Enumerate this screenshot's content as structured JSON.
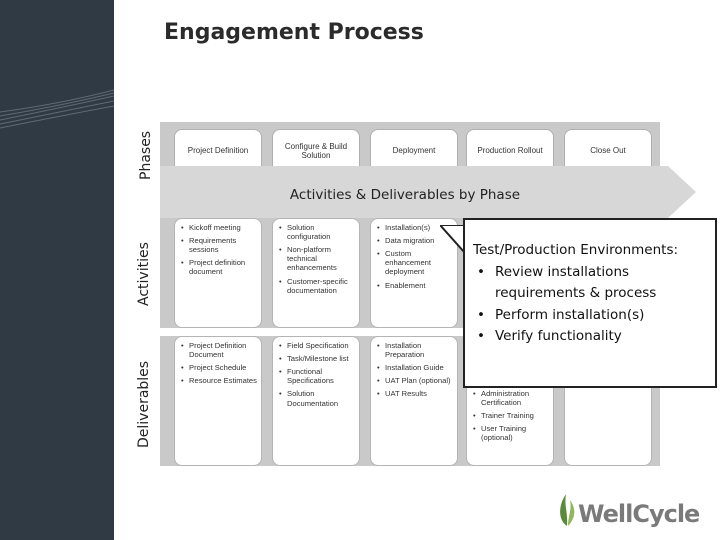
{
  "title": "Engagement Process",
  "row_labels": {
    "phases": "Phases",
    "activities": "Activities",
    "deliverables": "Deliverables"
  },
  "phases": [
    "Project Definition",
    "Configure & Build Solution",
    "Deployment",
    "Production Rollout",
    "Close Out"
  ],
  "arrow_label": "Activities & Deliverables by Phase",
  "activities": [
    [
      "Kickoff meeting",
      "Requirements sessions",
      "Project definition document"
    ],
    [
      "Solution configuration",
      "Non-platform technical enhancements",
      "Customer-specific documentation"
    ],
    [
      "Installation(s)",
      "Data migration",
      "Custom enhancement deployment",
      "Enablement"
    ]
  ],
  "deliverables": [
    [
      "Project Definition Document",
      "Project Schedule",
      "Resource Estimates"
    ],
    [
      "Field Specification",
      "Task/Milestone list",
      "Functional Specifications",
      "Solution Documentation"
    ],
    [
      "Installation Preparation",
      "Installation Guide",
      "UAT Plan (optional)",
      "UAT Results"
    ],
    [
      "Administration Certification",
      "Trainer Training",
      "User Training (optional)"
    ]
  ],
  "callout": {
    "heading": "Test/Production Environments:",
    "items": [
      "Review installations requirements & process",
      "Perform installation(s)",
      "Verify functionality"
    ]
  },
  "logo": {
    "name": "WellCycle"
  },
  "colors": {
    "sidebar": "#2f3a44",
    "band": "#c9c9c9",
    "logo_green": "#5a8a3a"
  }
}
